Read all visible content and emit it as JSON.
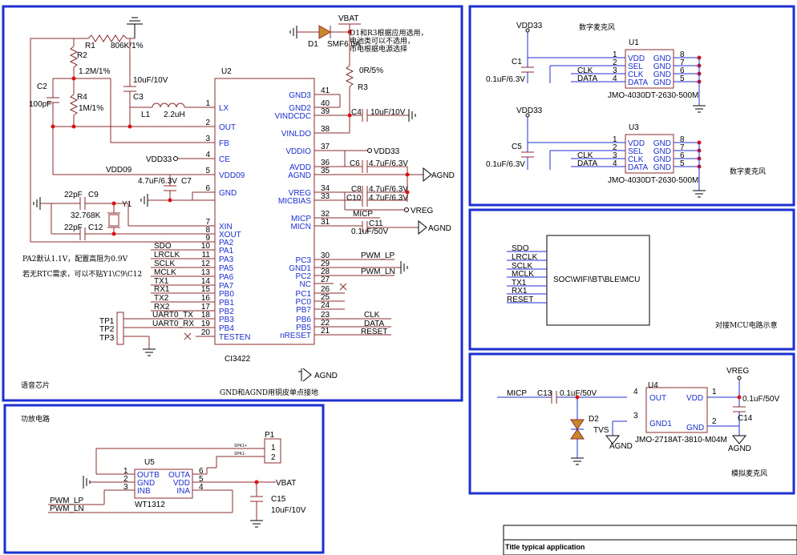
{
  "blocks": {
    "voice_chip": "语音芯片",
    "amp": "功放电路",
    "digital_mic_top": "数字麦克风",
    "digital_mic_bottom": "数字麦克风",
    "mcu": "对接MCU电路示意",
    "analog_mic": "模拟麦克风"
  },
  "u2": {
    "ref": "U2",
    "part": "CI3422",
    "left_pins": [
      {
        "num": "1",
        "name": "LX"
      },
      {
        "num": "2",
        "name": "OUT"
      },
      {
        "num": "3",
        "name": "FB"
      },
      {
        "num": "4",
        "name": "CE"
      },
      {
        "num": "5",
        "name": "VDD09"
      },
      {
        "num": "6",
        "name": "GND"
      },
      {
        "num": "7",
        "name": "XIN"
      },
      {
        "num": "8",
        "name": "XOUT"
      },
      {
        "num": "9",
        "name": "PA2"
      },
      {
        "num": "10",
        "name": "PA1"
      },
      {
        "num": "11",
        "name": "PA3"
      },
      {
        "num": "12",
        "name": "PA5"
      },
      {
        "num": "13",
        "name": "PA6"
      },
      {
        "num": "14",
        "name": "PA7"
      },
      {
        "num": "15",
        "name": "PB0"
      },
      {
        "num": "16",
        "name": "PB1"
      },
      {
        "num": "17",
        "name": "PB2"
      },
      {
        "num": "18",
        "name": "PB3"
      },
      {
        "num": "19",
        "name": "PB4"
      },
      {
        "num": "20",
        "name": "TESTEN"
      }
    ],
    "right_pins": [
      {
        "num": "41",
        "name": "GND3"
      },
      {
        "num": "40",
        "name": "GND2"
      },
      {
        "num": "39",
        "name": "VINDCDC"
      },
      {
        "num": "38",
        "name": "VINLDO"
      },
      {
        "num": "37",
        "name": "VDDIO"
      },
      {
        "num": "36",
        "name": "AVDD"
      },
      {
        "num": "35",
        "name": "AGND"
      },
      {
        "num": "34",
        "name": "VREG"
      },
      {
        "num": "33",
        "name": "MICBIAS"
      },
      {
        "num": "32",
        "name": "MICP"
      },
      {
        "num": "31",
        "name": "MICN"
      },
      {
        "num": "30",
        "name": "PC3"
      },
      {
        "num": "29",
        "name": "GND1"
      },
      {
        "num": "28",
        "name": "PC2"
      },
      {
        "num": "27",
        "name": "NC"
      },
      {
        "num": "26",
        "name": "PC1"
      },
      {
        "num": "25",
        "name": "PC0"
      },
      {
        "num": "24",
        "name": "PB7"
      },
      {
        "num": "23",
        "name": "PB6"
      },
      {
        "num": "22",
        "name": "PB5"
      },
      {
        "num": "21",
        "name": "nRESET"
      }
    ]
  },
  "left_nets": {
    "sdo": "SDO",
    "lrclk": "LRCLK",
    "sclk": "SCLK",
    "mclk": "MCLK",
    "tx1": "TX1",
    "rx1": "RX1",
    "tx2": "TX2",
    "rx2": "RX2",
    "uart_tx": "UART0_TX",
    "uart_rx": "UART0_RX",
    "vdd33": "VDD33",
    "vdd09": "VDD09",
    "tp1": "TP1",
    "tp2": "TP2",
    "tp3": "TP3"
  },
  "right_nets": {
    "vbat": "VBAT",
    "vdd33": "VDD33",
    "agnd": "AGND",
    "vreg": "VREG",
    "micp": "MICP",
    "pwm_lp": "PWM_LP",
    "pwm_ln": "PWM_LN",
    "clk": "CLK",
    "data": "DATA",
    "reset": "RESET"
  },
  "components": {
    "r1": "R1",
    "r1_val": "806K/1%",
    "r2": "R2",
    "r2_val": "1.2M/1%",
    "r4": "R4",
    "r4_val": "1M/1%",
    "c2": "C2",
    "c2_val": "100pF",
    "c3": "C3",
    "c3_val": "10uF/10V",
    "l1": "L1",
    "l1_val": "2.2uH",
    "c7": "C7",
    "c7_val": "4.7uF/6.3V",
    "c9": "C9",
    "c9_val": "22pF",
    "c12": "C12",
    "c12_val": "22pF",
    "y1": "Y1",
    "y1_val": "32.768K",
    "d1": "D1",
    "d1_val": "SMF6.0A",
    "r3": "R3",
    "r3_val": "0R/5%",
    "c4": "C4",
    "c4_val": "10uF/10V",
    "c6": "C6",
    "c6_val": "4.7uF/6.3V",
    "c8": "C8",
    "c8_val": "4.7uF/6.3V",
    "c10": "C10",
    "c10_val": "4.7uF/6.3V",
    "c11": "C11",
    "c11_val": "0.1uF/50V"
  },
  "notes": {
    "d1_note_1": "D1和R3根据应用选用，",
    "d1_note_2": "电池类可以不选用，",
    "d1_note_3": "市电根据电源选择",
    "pa2_note": "PA2默认1.1V，配置高阻为0.9V",
    "rtc_note": "若无RTC需求，可以不贴Y1\\C9\\C12",
    "gnd_note": "GND和AGND用铜皮单点接地"
  },
  "u1": {
    "ref": "U1",
    "part": "JMO-4030DT-2630-500M",
    "supply": "VDD33",
    "cap": "C1",
    "cap_val": "0.1uF/6.3V",
    "left_pins": [
      {
        "num": "1",
        "name": "VDD"
      },
      {
        "num": "2",
        "name": "SEL"
      },
      {
        "num": "3",
        "name": "CLK"
      },
      {
        "num": "4",
        "name": "DATA"
      }
    ],
    "right_pins": [
      {
        "num": "8",
        "name": "GND"
      },
      {
        "num": "7",
        "name": "GND"
      },
      {
        "num": "6",
        "name": "GND"
      },
      {
        "num": "5",
        "name": "GND"
      }
    ],
    "clk": "CLK",
    "data": "DATA"
  },
  "u3": {
    "ref": "U3",
    "part": "JMO-4030DT-2630-500M",
    "supply": "VDD33",
    "cap": "C5",
    "cap_val": "0.1uF/6.3V",
    "left_pins": [
      {
        "num": "1",
        "name": "VDD"
      },
      {
        "num": "2",
        "name": "SEL"
      },
      {
        "num": "3",
        "name": "CLK"
      },
      {
        "num": "4",
        "name": "DATA"
      }
    ],
    "right_pins": [
      {
        "num": "8",
        "name": "GND"
      },
      {
        "num": "7",
        "name": "GND"
      },
      {
        "num": "6",
        "name": "GND"
      },
      {
        "num": "5",
        "name": "GND"
      }
    ],
    "clk": "CLK",
    "data": "DATA"
  },
  "mcu": {
    "box_label": "SOC\\WIFI\\BT\\BLE\\MCU",
    "nets": [
      "SDO",
      "LRCLK",
      "SCLK",
      "MCLK",
      "TX1",
      "RX1",
      "RESET"
    ]
  },
  "u4": {
    "ref": "U4",
    "part": "JMO-2718AT-3810-M04M",
    "micp": "MICP",
    "c13": "C13",
    "c13_val": "0.1uF/50V",
    "d2": "D2",
    "tvs": "TVS",
    "agnd": "AGND",
    "vreg": "VREG",
    "c14": "C14",
    "c14_val": "0.1uF/50V",
    "agnd2": "AGND",
    "pins": [
      {
        "num": "4",
        "name": "OUT"
      },
      {
        "num": "1",
        "name": "VDD"
      },
      {
        "num": "3",
        "name": "GND1"
      },
      {
        "num": "2",
        "name": "GND"
      }
    ]
  },
  "u5": {
    "ref": "U5",
    "part": "WT1312",
    "left_pins": [
      {
        "num": "1",
        "name": "OUTB"
      },
      {
        "num": "2",
        "name": "GND"
      },
      {
        "num": "3",
        "name": "INB"
      }
    ],
    "right_pins": [
      {
        "num": "6",
        "name": "OUTA"
      },
      {
        "num": "5",
        "name": "VDD"
      },
      {
        "num": "4",
        "name": "INA"
      }
    ],
    "p1": "P1",
    "p1_pin1": "1",
    "p1_pin2": "2",
    "spk_pos": "SPK1+",
    "spk_neg": "SPK1-",
    "vbat": "VBAT",
    "c15": "C15",
    "c15_val": "10uF/10V",
    "pwm_lp": "PWM_LP",
    "pwm_ln": "PWM_LN"
  },
  "title_block": {
    "title": "Title typical application"
  }
}
